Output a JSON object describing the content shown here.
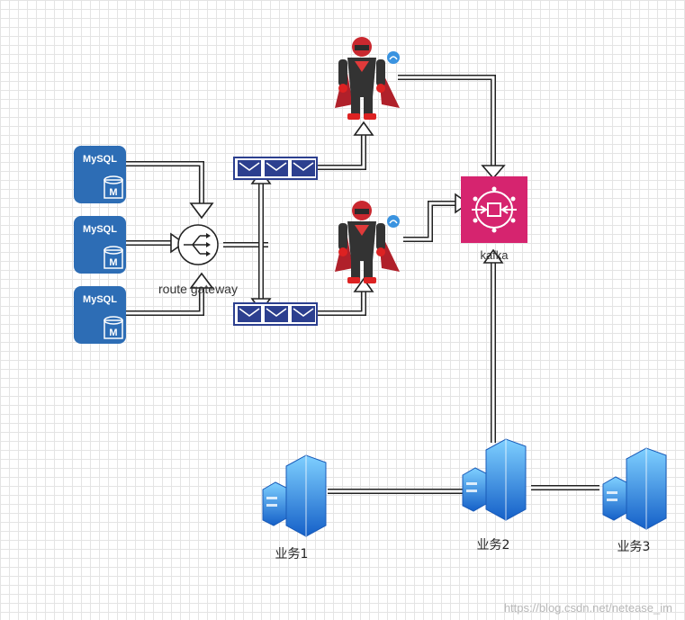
{
  "nodes": {
    "mysql_1": {
      "label": "MySQL",
      "sub": "M"
    },
    "mysql_2": {
      "label": "MySQL",
      "sub": "M"
    },
    "mysql_3": {
      "label": "MySQL",
      "sub": "M"
    },
    "gateway": {
      "label": "route gateway"
    },
    "kafka": {
      "label": "kafka"
    },
    "service_1": {
      "label": "业务1"
    },
    "service_2": {
      "label": "业务2"
    },
    "service_3": {
      "label": "业务3"
    }
  },
  "watermark": "https://blog.csdn.net/netease_im",
  "colors": {
    "mysql": "#2d6db5",
    "kafka": "#d6246f",
    "queue": "#2c3f8f",
    "server": "#1f78d1"
  }
}
